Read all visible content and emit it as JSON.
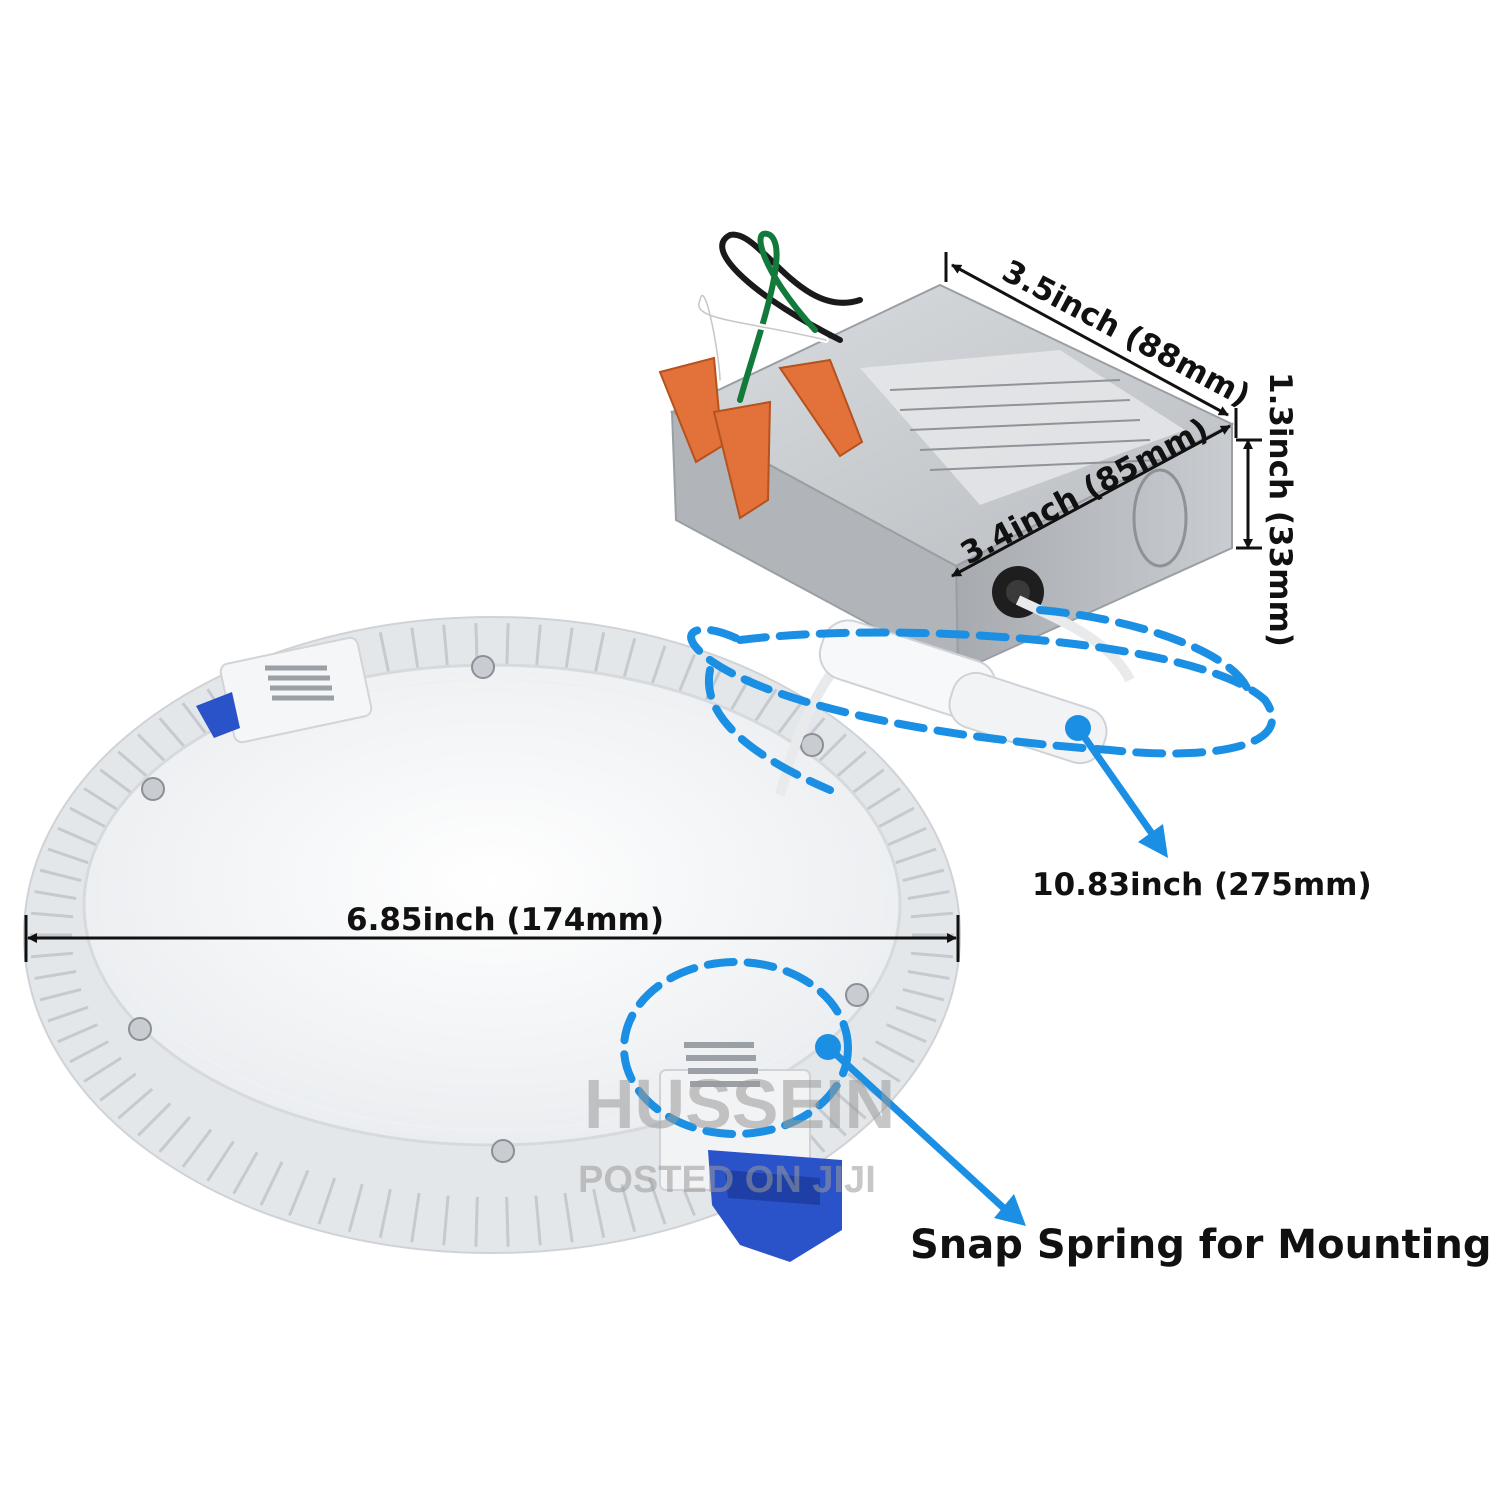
{
  "labels": {
    "length": "3.5inch (88mm)",
    "height": "1.3inch (33mm)",
    "width": "3.4inch (85mm)",
    "cable": "10.83inch (275mm)",
    "diameter": "6.85inch (174mm)",
    "spring": "Snap Spring for Mounting"
  },
  "watermark": {
    "line1": "HUSSEIN",
    "line2": "POSTED ON JIJI"
  },
  "colors": {
    "callout": "#1a8fe3",
    "dimension": "#111111",
    "panel": "#f4f6f8",
    "box": "#bfc3c7",
    "wire_nut": "#e2713a",
    "clip": "#2a52c9"
  }
}
